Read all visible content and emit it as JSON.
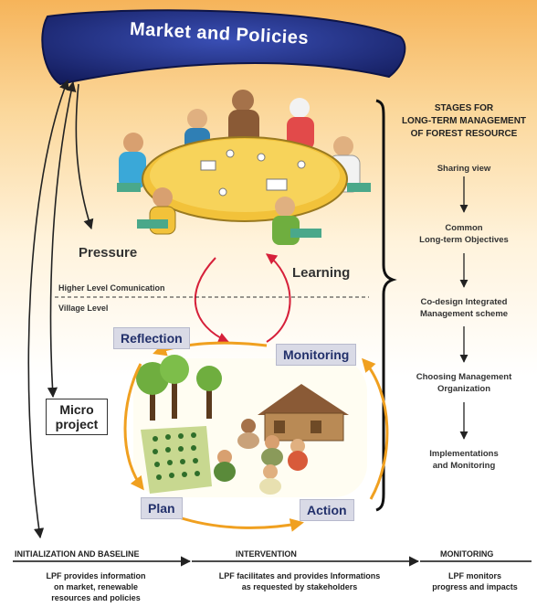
{
  "banner": {
    "title": "Market and Policies"
  },
  "stages": {
    "title": "STAGES FOR\nLONG-TERM MANAGEMENT\nOF FOREST RESOURCE",
    "items": [
      "Sharing view",
      "Common\nLong-term Objectives",
      "Co-design Integrated\nManagement scheme",
      "Choosing Management\nOrganization",
      "Implementations\nand Monitoring"
    ]
  },
  "labels": {
    "pressure": "Pressure",
    "learning": "Learning",
    "higher_level": "Higher Level Comunication",
    "village_level": "Village Level",
    "micro_project": "Micro\nproject"
  },
  "cycle": {
    "reflection": "Reflection",
    "monitoring": "Monitoring",
    "plan": "Plan",
    "action": "Action"
  },
  "phases": [
    {
      "heading": "INITIALIZATION AND BASELINE",
      "text": "LPF provides information\non market, renewable\nresources and policies"
    },
    {
      "heading": "INTERVENTION",
      "text": "LPF facilitates and provides Informations\nas requested by stakeholders"
    },
    {
      "heading": "MONITORING",
      "text": "LPF monitors\nprogress and impacts"
    }
  ],
  "colors": {
    "banner": "#1e2a7a",
    "cycle_arrow": "#f0a020",
    "learning_arrow": "#d6203a",
    "box_fill": "#d9dae6"
  }
}
